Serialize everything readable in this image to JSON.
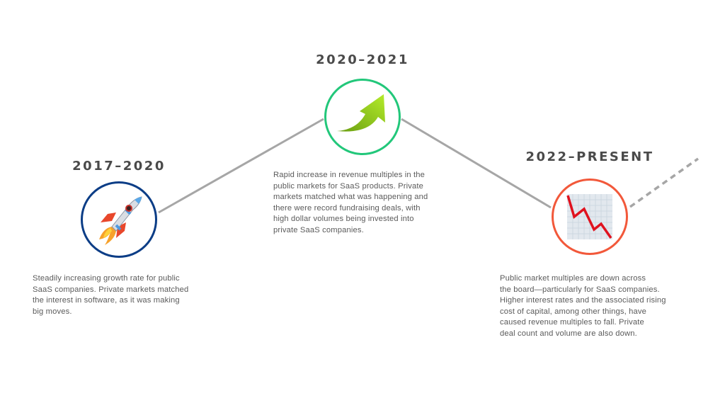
{
  "colors": {
    "connector": "#a6a6a6",
    "heading": "#4a4a4a",
    "body_text": "#5a5a5a",
    "circle_1": "#0b3d86",
    "circle_2": "#22c77a",
    "circle_3": "#f2583a"
  },
  "timeline": [
    {
      "period": "2017–2020",
      "icon": "rocket-icon",
      "description_lines": [
        "Steadily increasing growth rate for public",
        "SaaS companies. Private markets matched",
        "the interest in software, as it was making",
        "big moves."
      ]
    },
    {
      "period": "2020–2021",
      "icon": "upward-arrow-icon",
      "description_lines": [
        "Rapid increase in revenue multiples in the",
        "public markets for SaaS products. Private",
        "markets matched what was happening and",
        "there were record fundraising deals, with",
        "high dollar volumes being invested into",
        "private SaaS companies."
      ]
    },
    {
      "period": "2022–PRESENT",
      "icon": "chart-decreasing-icon",
      "description_lines": [
        "Public market multiples are down across",
        "the board—particularly for SaaS companies.",
        "Higher interest rates and the associated rising",
        "cost of capital, among other things, have",
        "caused revenue multiples to fall. Private",
        "deal count and volume are also down."
      ]
    }
  ]
}
